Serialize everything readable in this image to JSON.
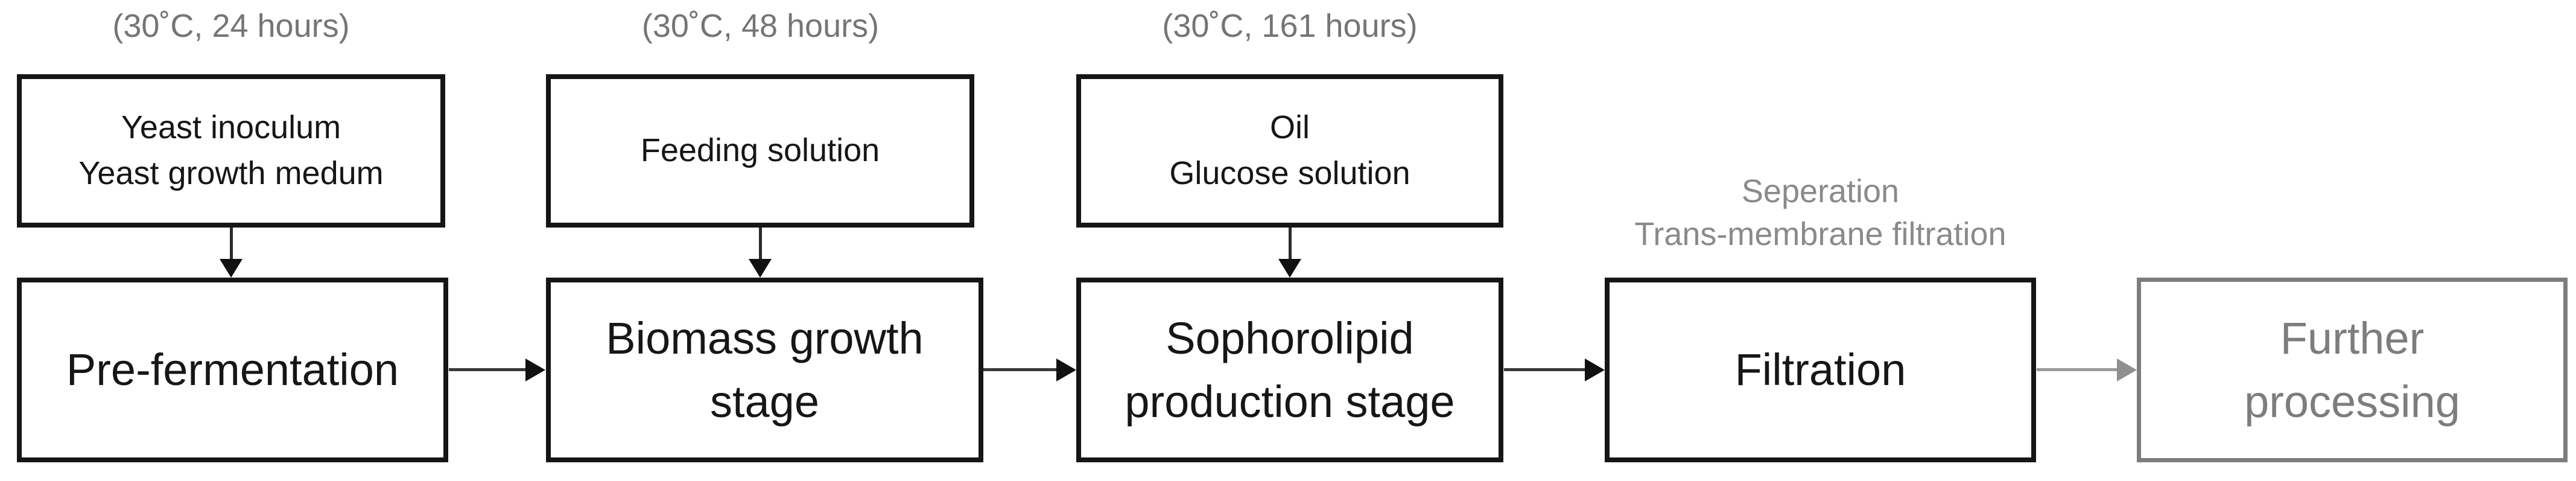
{
  "colors": {
    "active_box": "#161616",
    "muted_text": "#757575",
    "muted_box": "#7d7d7d",
    "background": "#ffffff"
  },
  "diagram": {
    "stages": [
      {
        "condition": "(30˚C, 24 hours)",
        "input": "Yeast inoculum\nYeast growth medum",
        "label": "Pre-fermentation"
      },
      {
        "condition": "(30˚C, 48 hours)",
        "input": "Feeding solution",
        "label": "Biomass growth\nstage"
      },
      {
        "condition": "(30˚C, 161 hours)",
        "input": "Oil\nGlucose solution",
        "label": "Sophorolipid\nproduction stage"
      },
      {
        "note": "Seperation\nTrans-membrane filtration",
        "label": "Filtration"
      },
      {
        "label": "Further\nprocessing"
      }
    ]
  }
}
